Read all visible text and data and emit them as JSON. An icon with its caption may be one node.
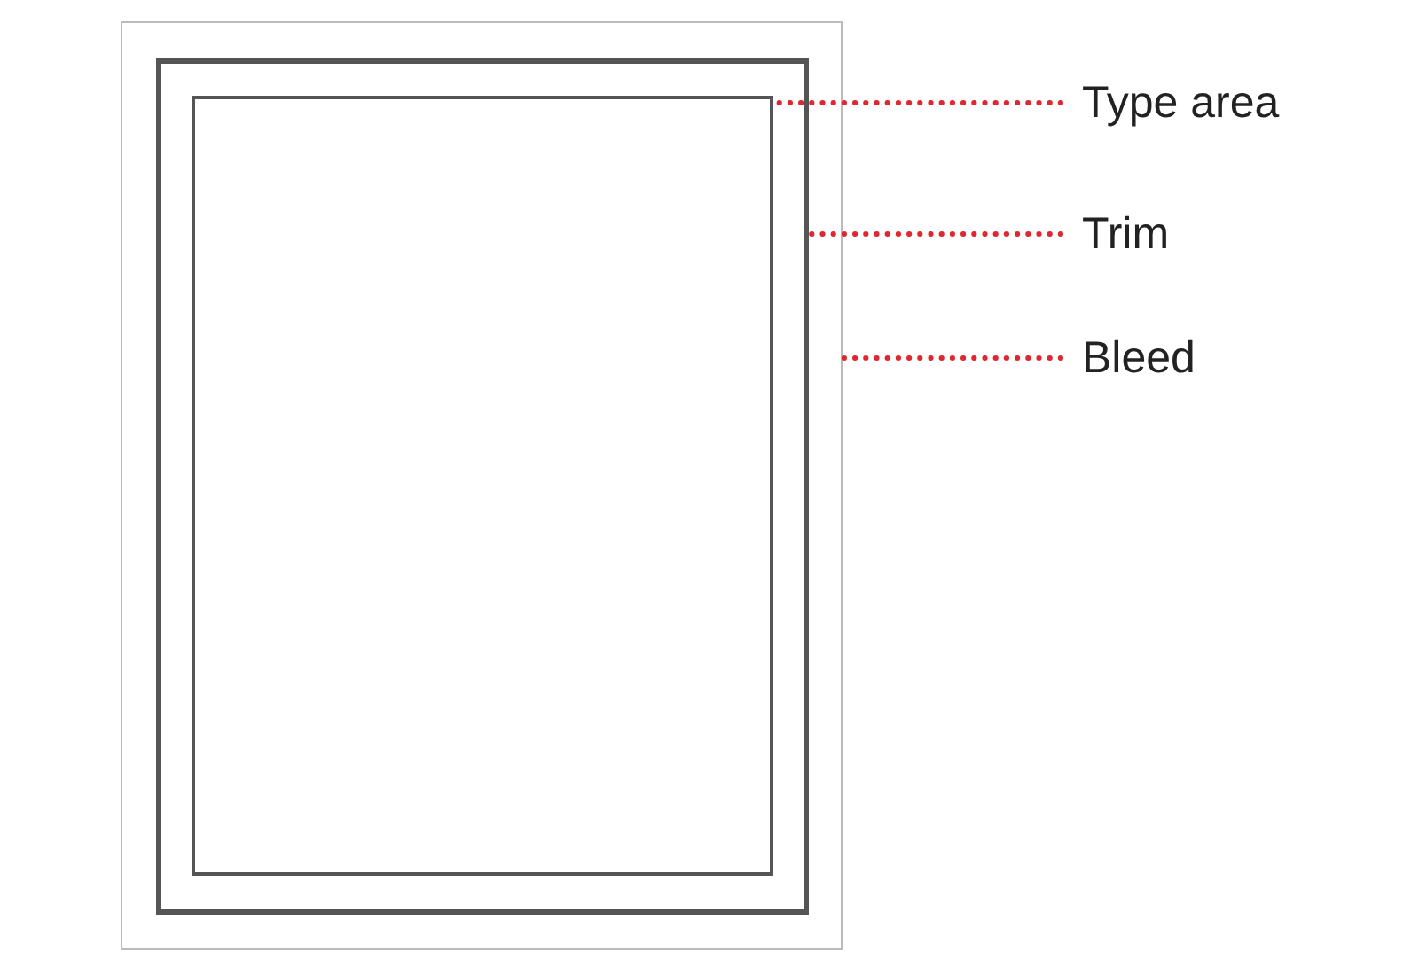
{
  "diagram": {
    "nodes": [
      {
        "text": [],
        "shape": "box"
      },
      {
        "text": [],
        "shape": "box",
        "in": 0
      },
      {
        "text": [],
        "shape": "box",
        "in": 1
      },
      {
        "text": [
          "Type area"
        ]
      },
      {
        "text": [
          "Trim"
        ]
      },
      {
        "text": [
          "Bleed"
        ]
      }
    ],
    "edges": [
      {
        "from": 3,
        "to": 2,
        "arrow": "none",
        "style": "dashed"
      },
      {
        "from": 4,
        "to": 1,
        "arrow": "none",
        "style": "dashed"
      },
      {
        "from": 5,
        "to": 0,
        "arrow": "none",
        "style": "dashed"
      }
    ]
  }
}
